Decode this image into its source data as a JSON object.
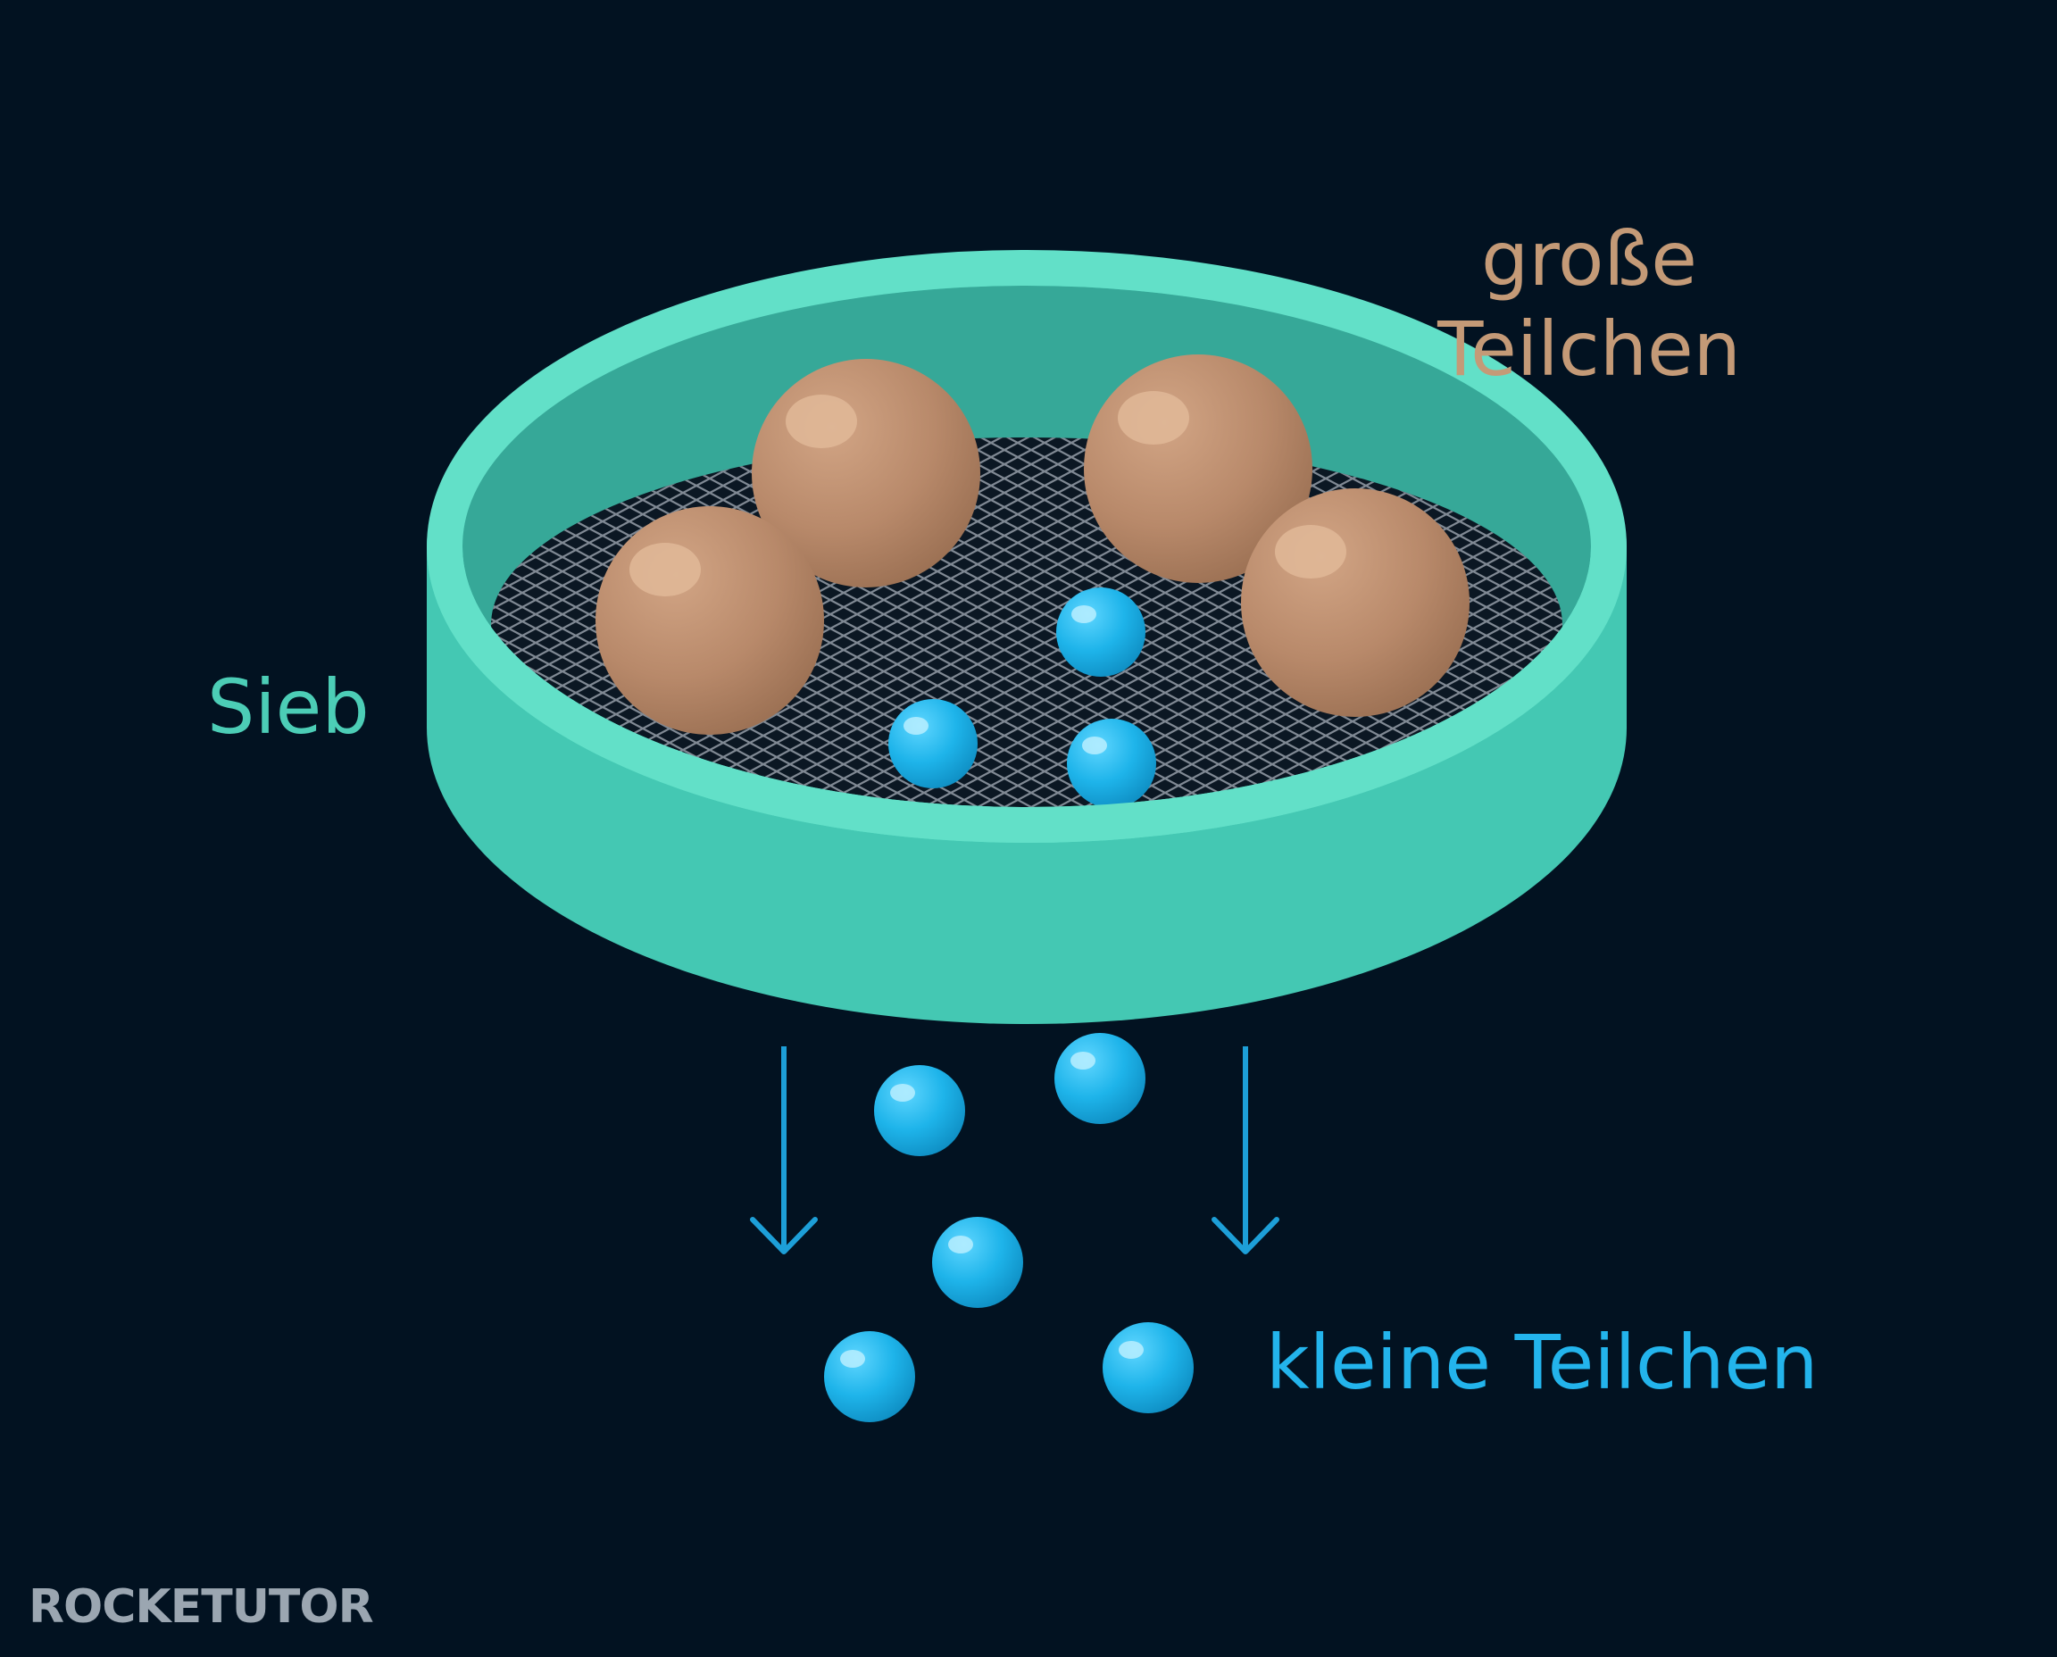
{
  "labels": {
    "sieve": "Sieb",
    "large_particles_line1": "große",
    "large_particles_line2": "Teilchen",
    "small_particles": "kleine Teilchen"
  },
  "logo": {
    "text": "ROCKETUTOR"
  },
  "colors": {
    "background": "#021221",
    "sieve": "#44c8b3",
    "sieve_rim": "#62e0c8",
    "large_particle": "#b8896a",
    "small_particle": "#1eb4ea",
    "arrow": "#1d9fd8",
    "mesh": "#8d96a0"
  },
  "particles": {
    "large_in_sieve": 4,
    "small_in_sieve": 3,
    "small_falling": 5
  }
}
